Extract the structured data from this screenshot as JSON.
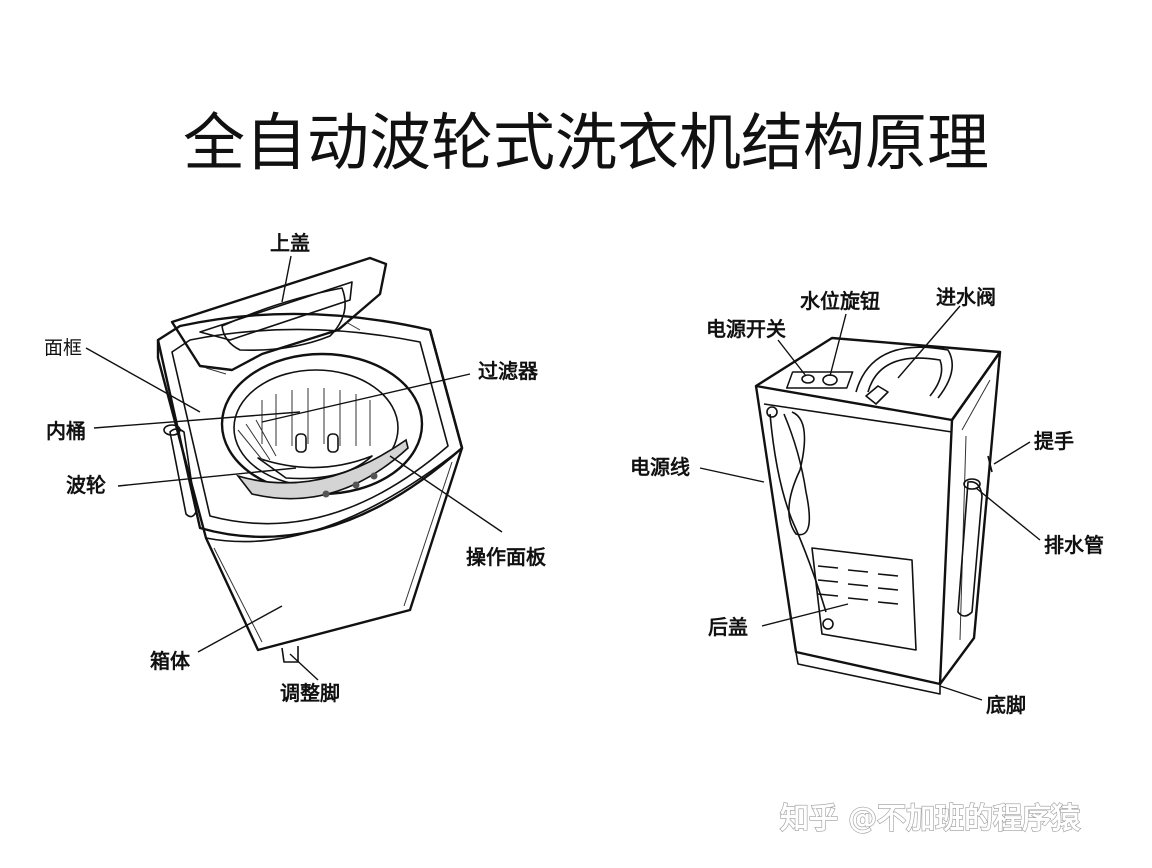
{
  "title": "全自动波轮式洗衣机结构原理",
  "front_labels": {
    "top_lid": "上盖",
    "face_frame": "面框",
    "filter": "过滤器",
    "inner_tub": "内桶",
    "impeller": "波轮",
    "control_panel": "操作面板",
    "cabinet": "箱体",
    "adjust_foot": "调整脚"
  },
  "back_labels": {
    "water_level_knob": "水位旋钮",
    "inlet_valve": "进水阀",
    "power_switch": "电源开关",
    "power_cord": "电源线",
    "handle": "提手",
    "drain_pipe": "排水管",
    "rear_cover": "后盖",
    "base_foot": "底脚"
  },
  "watermark": "知乎 @不加班的程序猿"
}
